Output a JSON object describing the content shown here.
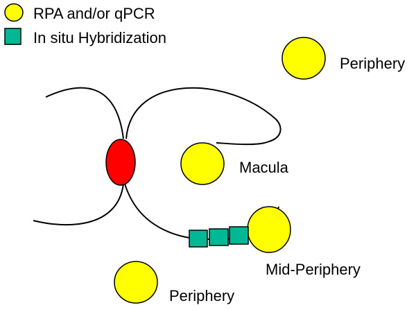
{
  "legend": {
    "rpa_label": "RPA and/or qPCR",
    "ish_label": "In situ Hybridization"
  },
  "regions": {
    "periphery_top": "Periphery",
    "macula": "Macula",
    "mid_periphery": "Mid-Periphery",
    "periphery_bottom": "Periphery"
  },
  "colors": {
    "sample_circle": "#ffff00",
    "ish_square": "#00b894",
    "optic_disc": "#ff0000",
    "outline": "#000000"
  }
}
